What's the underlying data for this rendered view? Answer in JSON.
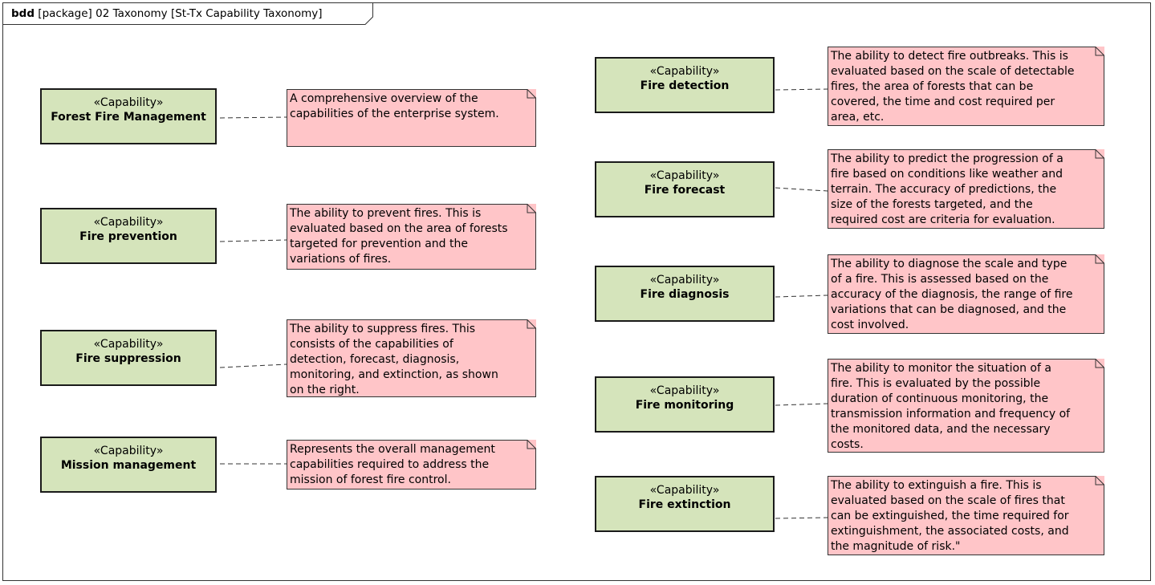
{
  "diagram": {
    "kind": "bdd",
    "header": "[package] 02 Taxonomy [St-Tx Capability Taxonomy]"
  },
  "capabilities": [
    {
      "stereotype": "«Capability»",
      "name": "Forest Fire Management",
      "note": "A comprehensive overview of the\ncapabilities of the enterprise system."
    },
    {
      "stereotype": "«Capability»",
      "name": "Fire prevention",
      "note": "The ability to prevent fires. This is\nevaluated based on the area of forests\ntargeted for prevention and the\nvariations of fires."
    },
    {
      "stereotype": "«Capability»",
      "name": "Fire suppression",
      "note": "The ability to suppress fires. This\nconsists of the capabilities of\ndetection, forecast, diagnosis,\nmonitoring, and extinction, as shown\non the right."
    },
    {
      "stereotype": "«Capability»",
      "name": "Mission management",
      "note": "Represents the overall management\ncapabilities required to address the\nmission of forest fire control."
    },
    {
      "stereotype": "«Capability»",
      "name": "Fire detection",
      "note": "The ability to detect fire outbreaks. This is\nevaluated based on the scale of detectable\nfires, the area of forests that can be\ncovered, the time and cost required per\narea, etc."
    },
    {
      "stereotype": "«Capability»",
      "name": "Fire forecast",
      "note": "The ability to predict the progression of a\nfire based on conditions like weather and\nterrain. The accuracy of predictions, the\nsize of the forests targeted, and the\nrequired cost are criteria for evaluation."
    },
    {
      "stereotype": "«Capability»",
      "name": "Fire diagnosis",
      "note": "The ability to diagnose the scale and type\nof a fire. This is assessed based on the\naccuracy of the diagnosis, the range of fire\nvariations that can be diagnosed, and the\ncost involved."
    },
    {
      "stereotype": "«Capability»",
      "name": "Fire monitoring",
      "note": "The ability to monitor the situation of a\nfire. This is evaluated by the possible\nduration of continuous monitoring, the\ntransmission information and frequency of\nthe monitored data, and the necessary\ncosts."
    },
    {
      "stereotype": "«Capability»",
      "name": "Fire extinction",
      "note": "The ability to extinguish a fire. This is\nevaluated based on the scale of fires that\ncan be extinguished, the time required for\nextinguishment, the associated costs, and\nthe magnitude of risk.\""
    }
  ],
  "colors": {
    "block_fill": "#d5e4bb",
    "note_fill": "#ffc5c8",
    "border": "#1a1a1a"
  }
}
